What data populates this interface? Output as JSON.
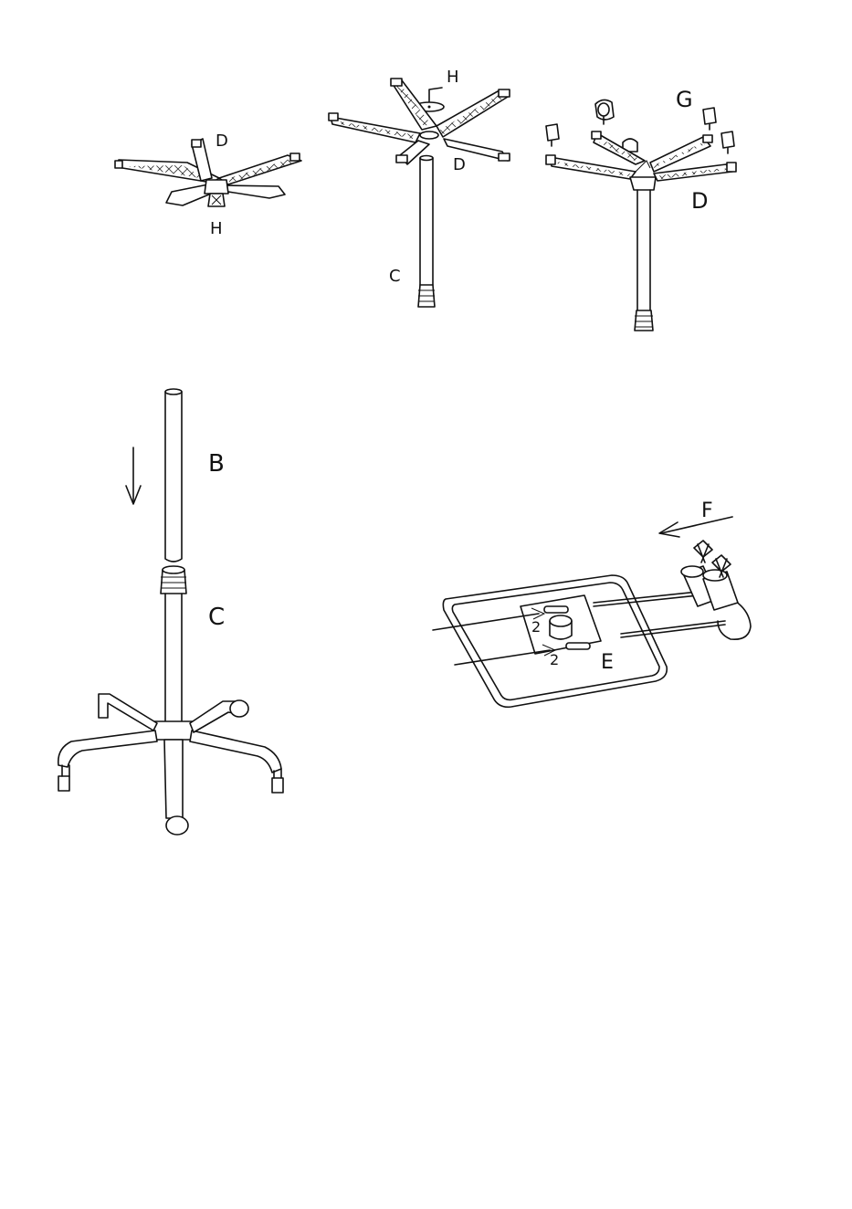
{
  "labels": {
    "fig1_d": "D",
    "fig1_h": "H",
    "fig2_h": "H",
    "fig2_d": "D",
    "fig2_c": "C",
    "fig3_g": "G",
    "fig3_d": "D",
    "fig4_b": "B",
    "fig4_c": "C",
    "fig5_f": "F",
    "fig5_e": "E",
    "fig5_num_top": "2",
    "fig5_num_bottom": "2"
  },
  "colors": {
    "line": "#111111",
    "background": "#ffffff"
  }
}
